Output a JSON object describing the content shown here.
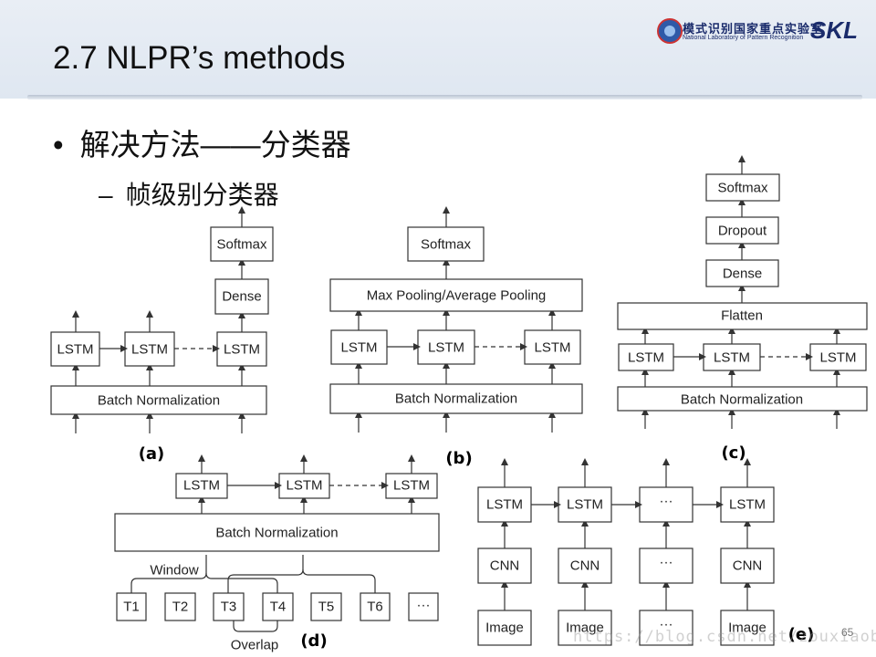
{
  "header": {
    "title": "2.7 NLPR’s methods",
    "logo_cn": "模式识别国家重点实验室",
    "logo_en": "National Laboratory of Pattern Recognition",
    "logo_abbr": "SKL"
  },
  "bullets": {
    "level1": "解决方法——分类器",
    "level2": "帧级别分类器"
  },
  "diagrams": {
    "a": {
      "caption": "(a)",
      "lstm": [
        "LSTM",
        "LSTM",
        "LSTM"
      ],
      "bn": "Batch Normalization",
      "dense": "Dense",
      "softmax": "Softmax"
    },
    "b": {
      "caption": "(b)",
      "lstm": [
        "LSTM",
        "LSTM",
        "LSTM"
      ],
      "bn": "Batch Normalization",
      "pool": "Max Pooling/Average Pooling",
      "softmax": "Softmax"
    },
    "c": {
      "caption": "(c)",
      "lstm": [
        "LSTM",
        "LSTM",
        "LSTM"
      ],
      "bn": "Batch Normalization",
      "flatten": "Flatten",
      "dense": "Dense",
      "dropout": "Dropout",
      "softmax": "Softmax"
    },
    "d": {
      "caption": "(d)",
      "lstm": [
        "LSTM",
        "LSTM",
        "LSTM"
      ],
      "bn": "Batch Normalization",
      "window": "Window",
      "overlap": "Overlap",
      "tokens": [
        "T1",
        "T2",
        "T3",
        "T4",
        "T5",
        "T6",
        "···"
      ]
    },
    "e": {
      "caption": "(e)",
      "lstm": [
        "LSTM",
        "LSTM",
        "···",
        "LSTM"
      ],
      "cnn": [
        "CNN",
        "CNN",
        "···",
        "CNN"
      ],
      "image": [
        "Image",
        "Image",
        "···",
        "Image"
      ]
    }
  },
  "page_number": "65",
  "watermark": "https://blog.csdn.net/zouxiaoba"
}
